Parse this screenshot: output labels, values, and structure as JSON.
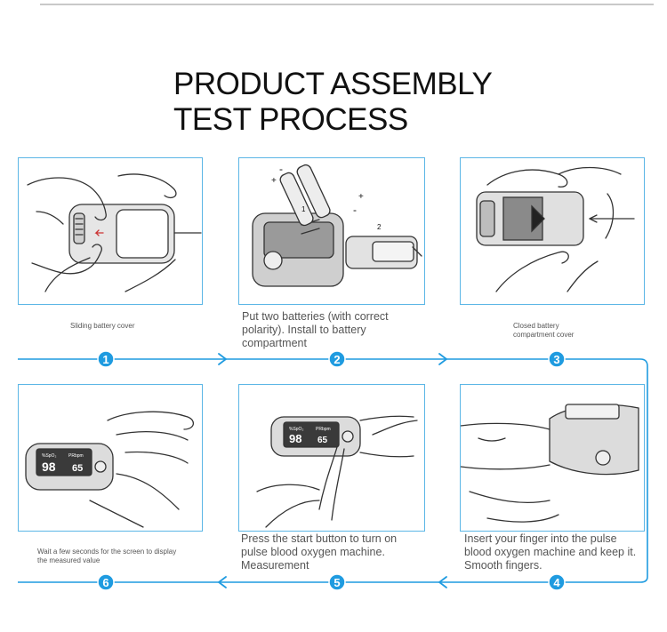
{
  "title": {
    "line1": "PRODUCT ASSEMBLY",
    "line2": "TEST PROCESS"
  },
  "steps": [
    {
      "number": "1",
      "caption": "Sliding battery cover"
    },
    {
      "number": "2",
      "caption": "Put two batteries (with correct polarity). Install to battery compartment"
    },
    {
      "number": "3",
      "caption": "Closed battery compartment cover"
    },
    {
      "number": "4",
      "caption": "Insert your finger into the pulse blood oxygen machine and keep it. Smooth fingers."
    },
    {
      "number": "5",
      "caption": "Press the start button to turn on pulse blood oxygen machine. Measurement"
    },
    {
      "number": "6",
      "caption": "Wait a few seconds for the screen to display the measured value"
    }
  ],
  "illustration": {
    "battery_plus": "+",
    "battery_minus": "-",
    "label_1": "1",
    "label_2": "2",
    "spo2_label": "%SpO₂",
    "prbpm_label": "PRbpm",
    "spo2_value": "98",
    "pulse_value": "65"
  },
  "colors": {
    "accent": "#1f9be0",
    "panel_border": "#5bb6e6"
  }
}
